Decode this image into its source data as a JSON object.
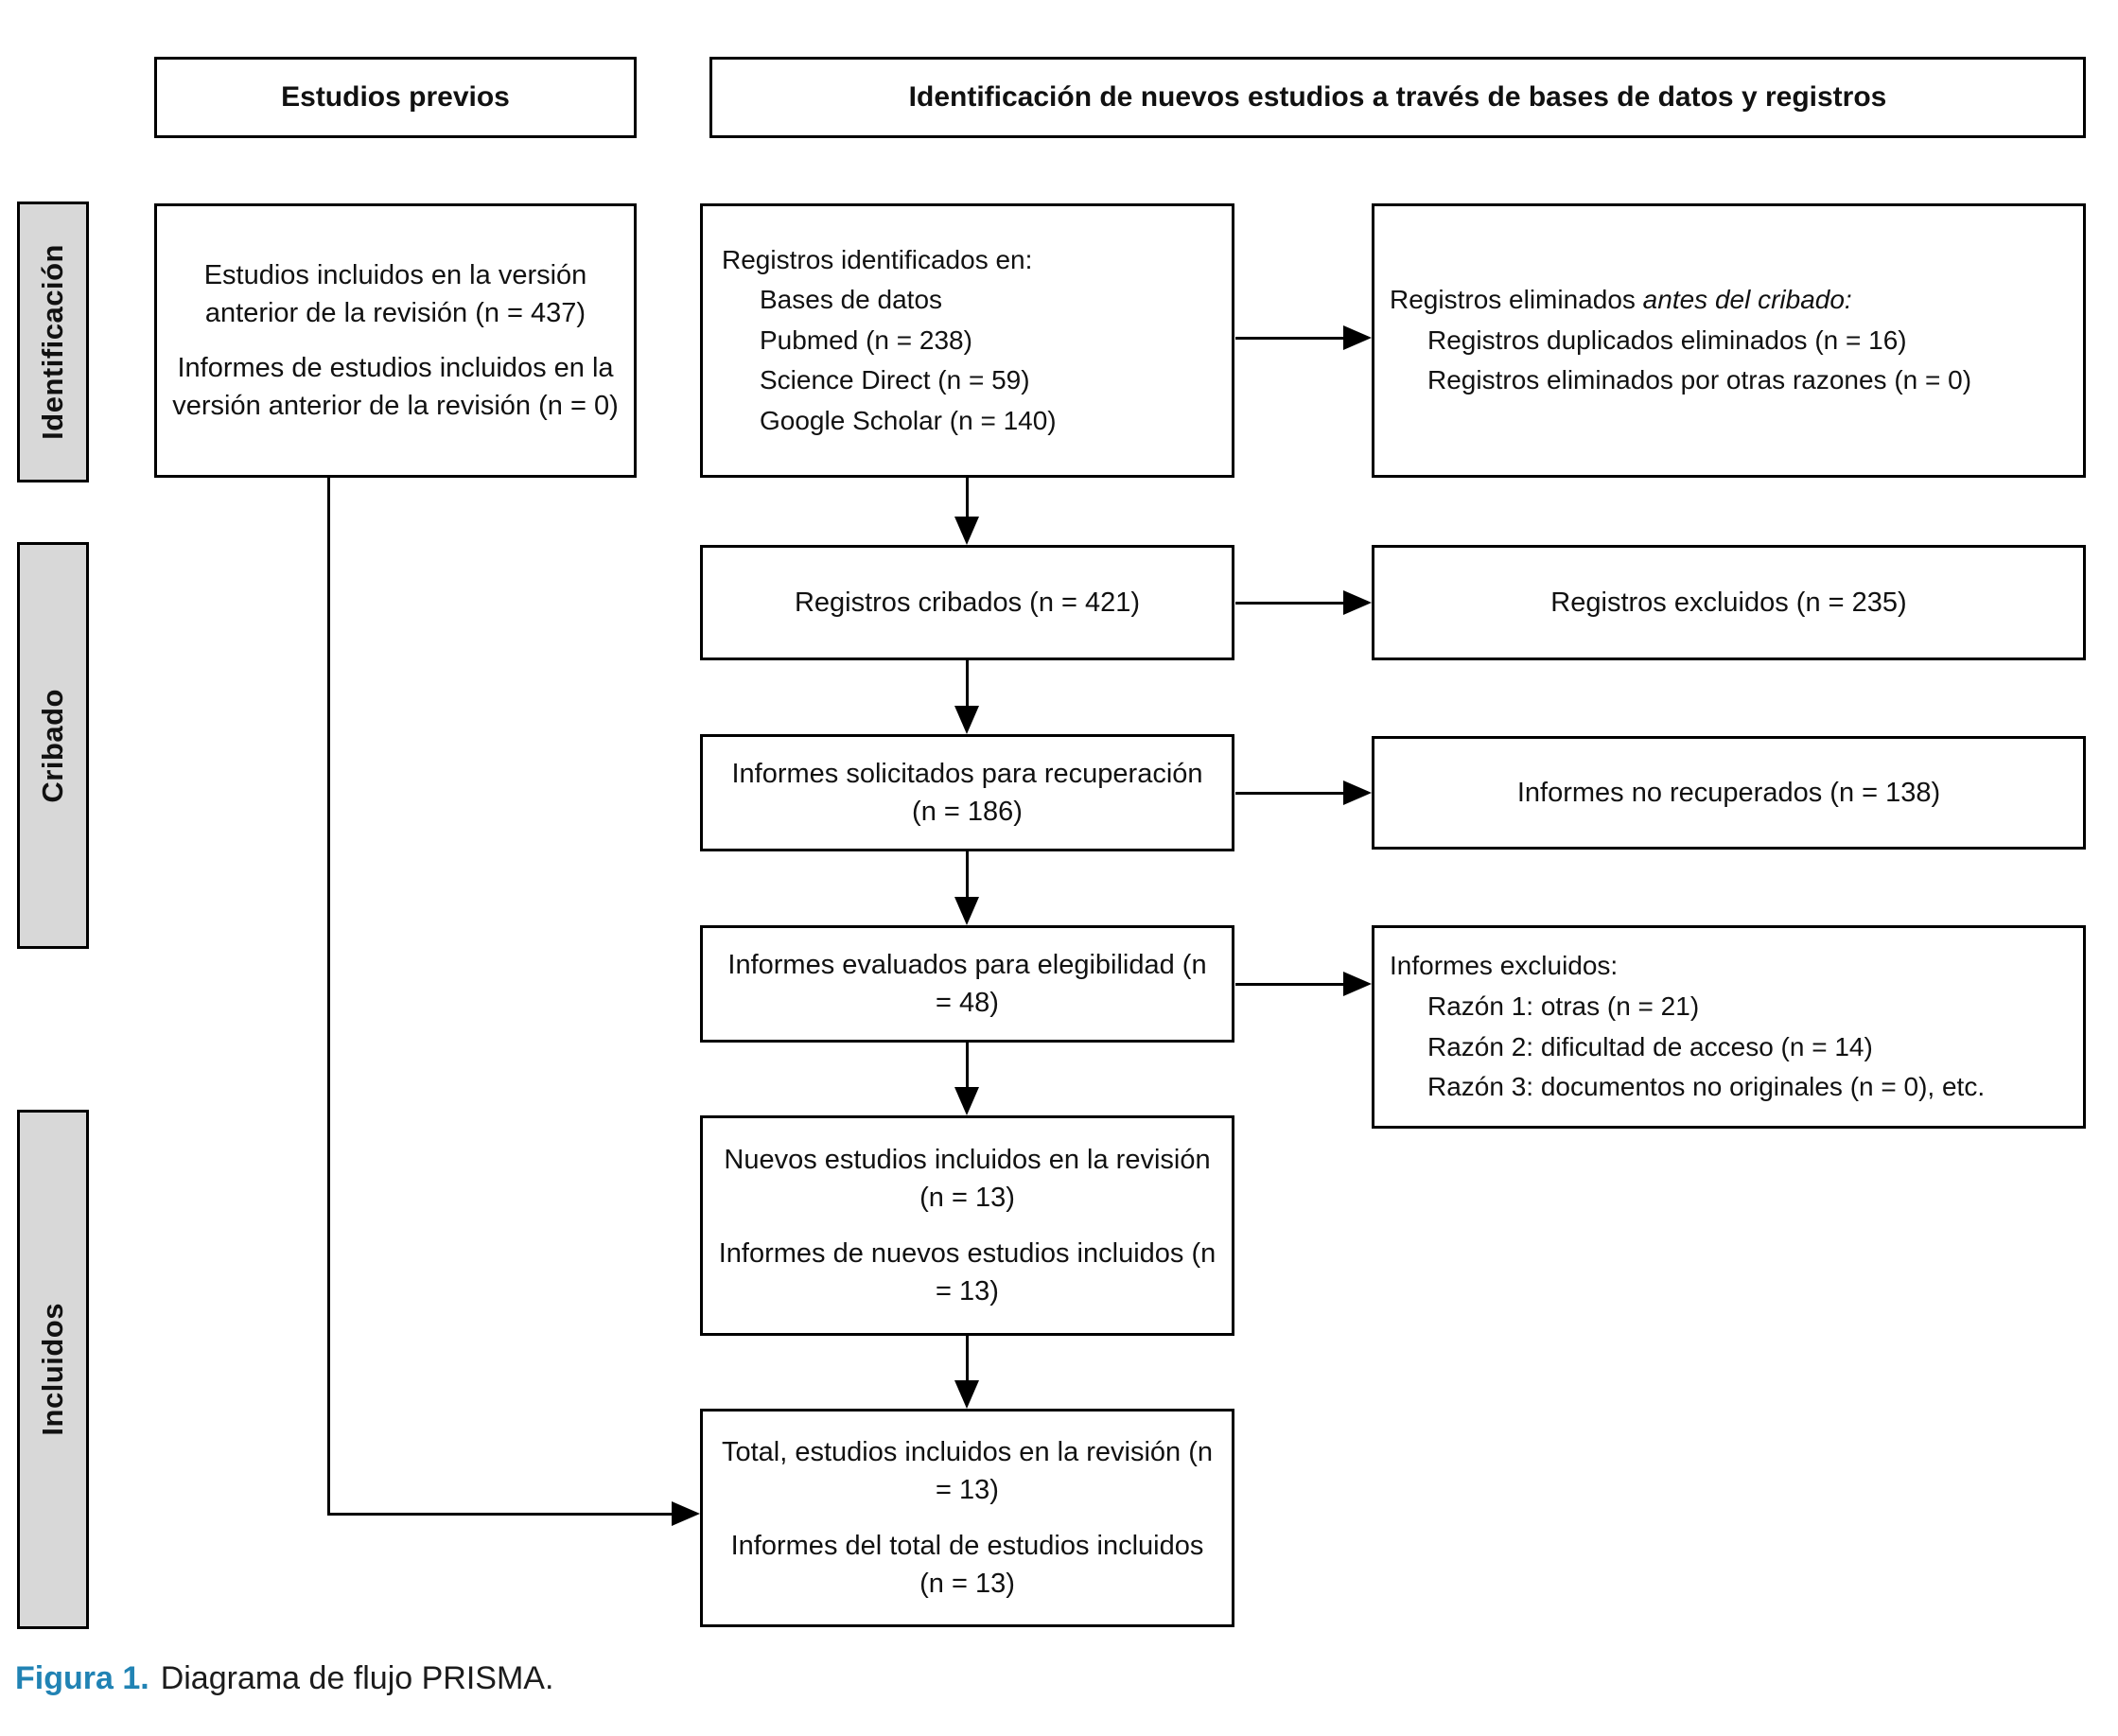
{
  "headers": {
    "previous": "Estudios previos",
    "identification": "Identificación de nuevos estudios a través de bases de datos y registros"
  },
  "side_labels": {
    "identification": "Identificación",
    "screening": "Cribado",
    "included": "Incluidos"
  },
  "boxes": {
    "previous_studies": {
      "para1": "Estudios incluidos en la versión anterior de la revisión (n = 437)",
      "para2": "Informes de estudios incluidos en la versión anterior de la revisión (n = 0)"
    },
    "records_identified": {
      "title": "Registros identificados en:",
      "items": [
        "Bases de datos",
        "Pubmed (n = 238)",
        "Science Direct (n = 59)",
        "Google Scholar (n = 140)"
      ]
    },
    "records_removed": {
      "prefix": "Registros eliminados ",
      "italic": "antes del cribado:",
      "items": [
        "Registros duplicados eliminados (n = 16)",
        "Registros eliminados por otras razones (n = 0)"
      ]
    },
    "records_screened": {
      "text": "Registros cribados (n = 421)"
    },
    "records_excluded": {
      "text": "Registros excluidos (n = 235)"
    },
    "reports_sought": {
      "text": "Informes solicitados para recuperación (n = 186)"
    },
    "reports_not_retrieved": {
      "text": "Informes no recuperados (n = 138)"
    },
    "reports_assessed": {
      "text": "Informes evaluados para elegibilidad (n = 48)"
    },
    "reports_excluded": {
      "title": "Informes excluidos:",
      "items": [
        "Razón 1: otras (n = 21)",
        "Razón 2: dificultad de acceso (n = 14)",
        "Razón 3: documentos no originales (n = 0), etc."
      ]
    },
    "new_studies": {
      "para1": "Nuevos estudios incluidos en la revisión (n = 13)",
      "para2": "Informes de nuevos estudios incluidos (n = 13)"
    },
    "total_studies": {
      "para1": "Total, estudios incluidos en la revisión (n = 13)",
      "para2": "Informes del total de estudios incluidos (n = 13)"
    }
  },
  "caption": {
    "label": "Figura 1.",
    "text": "Diagrama de flujo PRISMA."
  },
  "colors": {
    "caption_accent": "#2183b4",
    "stage_bar_fill": "#d8d8d8",
    "line_color": "#000000"
  }
}
